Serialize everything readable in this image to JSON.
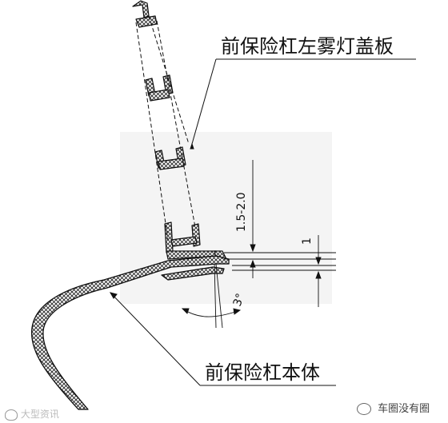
{
  "labels": {
    "fog_lamp_cover": "前保险杠左雾灯盖板",
    "bumper_body": "前保险杠本体",
    "dim_gap": "1.5-2.0",
    "dim_overlap": "1",
    "dim_angle": "3°"
  },
  "watermarks": {
    "left": "大型资讯",
    "right": "车圈没有圈"
  },
  "icons": {
    "left_logo": "weibo-logo-icon",
    "right_logo": "wechat-icon"
  },
  "colors": {
    "line": "#111111",
    "hatch": "#222222",
    "background": "#ffffff"
  }
}
